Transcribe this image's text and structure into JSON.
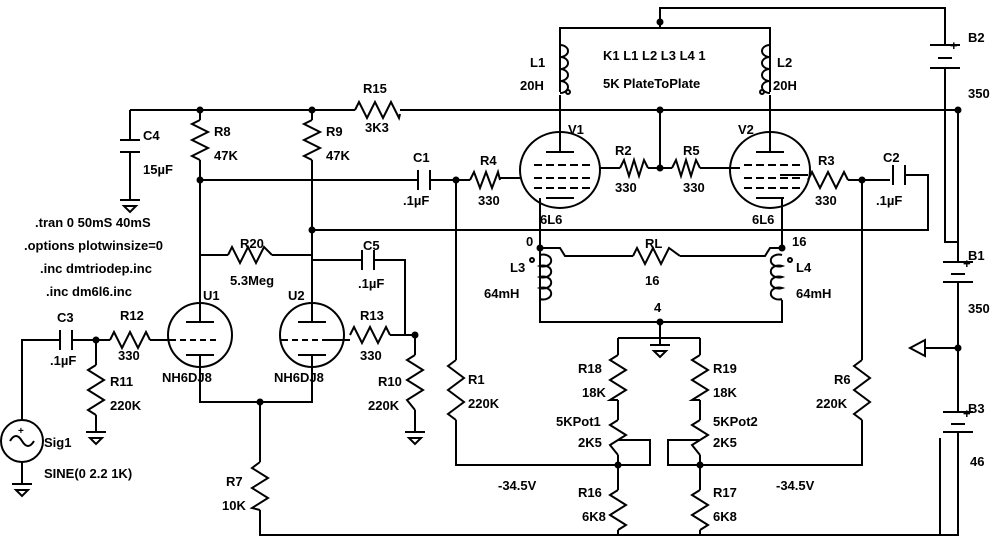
{
  "components": {
    "R15": {
      "ref": "R15",
      "value": "3K3"
    },
    "C4": {
      "ref": "C4",
      "value": "15µF"
    },
    "R8": {
      "ref": "R8",
      "value": "47K"
    },
    "R9": {
      "ref": "R9",
      "value": "47K"
    },
    "C1": {
      "ref": "C1",
      "value": ".1µF"
    },
    "R4": {
      "ref": "R4",
      "value": "330"
    },
    "R2": {
      "ref": "R2",
      "value": "330"
    },
    "R5": {
      "ref": "R5",
      "value": "330"
    },
    "R3": {
      "ref": "R3",
      "value": "330"
    },
    "C2": {
      "ref": "C2",
      "value": ".1µF"
    },
    "R20": {
      "ref": "R20",
      "value": "5.3Meg"
    },
    "C5": {
      "ref": "C5",
      "value": ".1µF"
    },
    "C3": {
      "ref": "C3",
      "value": ".1µF"
    },
    "R12": {
      "ref": "R12",
      "value": "330"
    },
    "R13": {
      "ref": "R13",
      "value": "330"
    },
    "U1": {
      "ref": "U1",
      "value": "NH6DJ8"
    },
    "U2": {
      "ref": "U2",
      "value": "NH6DJ8"
    },
    "R11": {
      "ref": "R11",
      "value": "220K"
    },
    "R10": {
      "ref": "R10",
      "value": "220K"
    },
    "R1": {
      "ref": "R1",
      "value": "220K"
    },
    "R6": {
      "ref": "R6",
      "value": "220K"
    },
    "R7": {
      "ref": "R7",
      "value": "10K"
    },
    "V1": {
      "ref": "V1",
      "value": "6L6"
    },
    "V2": {
      "ref": "V2",
      "value": "6L6"
    },
    "L1": {
      "ref": "L1",
      "value": "20H"
    },
    "L2": {
      "ref": "L2",
      "value": "20H"
    },
    "L3": {
      "ref": "L3",
      "value": "64mH"
    },
    "L4": {
      "ref": "L4",
      "value": "64mH"
    },
    "RL": {
      "ref": "RL",
      "value": "16"
    },
    "R18": {
      "ref": "R18",
      "value": "18K"
    },
    "R19": {
      "ref": "R19",
      "value": "18K"
    },
    "POT1": {
      "ref": "5KPot1",
      "value": "2K5"
    },
    "POT2": {
      "ref": "5KPot2",
      "value": "2K5"
    },
    "R16": {
      "ref": "R16",
      "value": "6K8"
    },
    "R17": {
      "ref": "R17",
      "value": "6K8"
    },
    "B1": {
      "ref": "B1",
      "value": "350"
    },
    "B2": {
      "ref": "B2",
      "value": "350"
    },
    "B3": {
      "ref": "B3",
      "value": "46"
    },
    "Sig1": {
      "ref": "Sig1",
      "value": "SINE(0 2.2 1K)"
    }
  },
  "directives": [
    ".tran 0 50mS 40mS",
    ".options plotwinsize=0",
    ".inc dmtriodep.inc",
    ".inc dm6l6.inc"
  ],
  "transformer": {
    "coupling": "K1 L1 L2 L3 L4 1",
    "label": "5K PlateToPlate"
  },
  "nodes": {
    "n0": "0",
    "n4": "4",
    "n16": "16",
    "bias_left": "-34.5V",
    "bias_right": "-34.5V"
  }
}
